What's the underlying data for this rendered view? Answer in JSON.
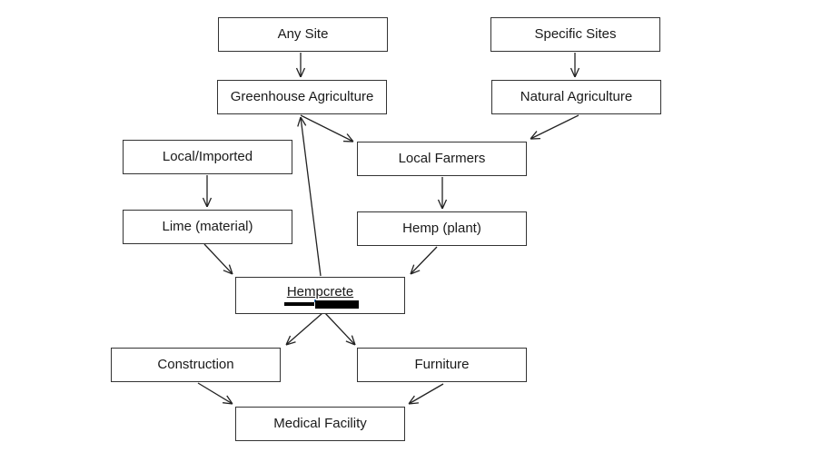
{
  "diagram": {
    "type": "flowchart",
    "nodes": [
      {
        "id": "any-site",
        "label": "Any Site"
      },
      {
        "id": "specific-sites",
        "label": "Specific Sites"
      },
      {
        "id": "greenhouse-agriculture",
        "label": "Greenhouse Agriculture"
      },
      {
        "id": "natural-agriculture",
        "label": "Natural Agriculture"
      },
      {
        "id": "local-imported",
        "label": "Local/Imported"
      },
      {
        "id": "local-farmers",
        "label": "Local Farmers"
      },
      {
        "id": "lime-material",
        "label": "Lime (material)"
      },
      {
        "id": "hemp-plant",
        "label": "Hemp (plant)"
      },
      {
        "id": "hempcrete",
        "label": "Hempcrete",
        "underlined": true,
        "redacted_text_below": true
      },
      {
        "id": "construction",
        "label": "Construction"
      },
      {
        "id": "furniture",
        "label": "Furniture"
      },
      {
        "id": "medical-facility",
        "label": "Medical Facility"
      }
    ],
    "edges": [
      {
        "from": "any-site",
        "to": "greenhouse-agriculture"
      },
      {
        "from": "specific-sites",
        "to": "natural-agriculture"
      },
      {
        "from": "greenhouse-agriculture",
        "to": "local-farmers"
      },
      {
        "from": "natural-agriculture",
        "to": "local-farmers"
      },
      {
        "from": "local-imported",
        "to": "lime-material"
      },
      {
        "from": "local-farmers",
        "to": "hemp-plant"
      },
      {
        "from": "lime-material",
        "to": "hempcrete"
      },
      {
        "from": "hemp-plant",
        "to": "hempcrete"
      },
      {
        "from": "hempcrete",
        "to": "greenhouse-agriculture"
      },
      {
        "from": "hempcrete",
        "to": "construction"
      },
      {
        "from": "hempcrete",
        "to": "furniture"
      },
      {
        "from": "construction",
        "to": "medical-facility"
      },
      {
        "from": "furniture",
        "to": "medical-facility"
      }
    ],
    "colors": {
      "background": "#ffffff",
      "box_fill": "#ffffff",
      "box_border": "#333333",
      "connector": "#222222",
      "redaction_bar": "#000000",
      "cursor_accent": "#2e74b5"
    }
  }
}
